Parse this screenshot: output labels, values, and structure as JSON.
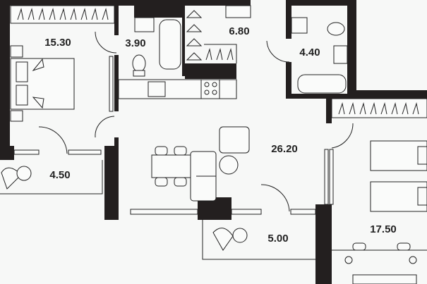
{
  "plan": {
    "colors": {
      "wall": "#231f1f",
      "floor": "#f7f8f7",
      "line": "#222222"
    },
    "rooms": [
      {
        "id": "bedroom-1",
        "area": "15.30"
      },
      {
        "id": "bathroom-1",
        "area": "3.90"
      },
      {
        "id": "walk-in-closet",
        "area": "6.80"
      },
      {
        "id": "bathroom-2",
        "area": "4.40"
      },
      {
        "id": "living-kitchen",
        "area": "26.20"
      },
      {
        "id": "balcony-1",
        "area": "4.50"
      },
      {
        "id": "balcony-2",
        "area": "5.00"
      },
      {
        "id": "bedroom-2",
        "area": "17.50"
      }
    ]
  }
}
